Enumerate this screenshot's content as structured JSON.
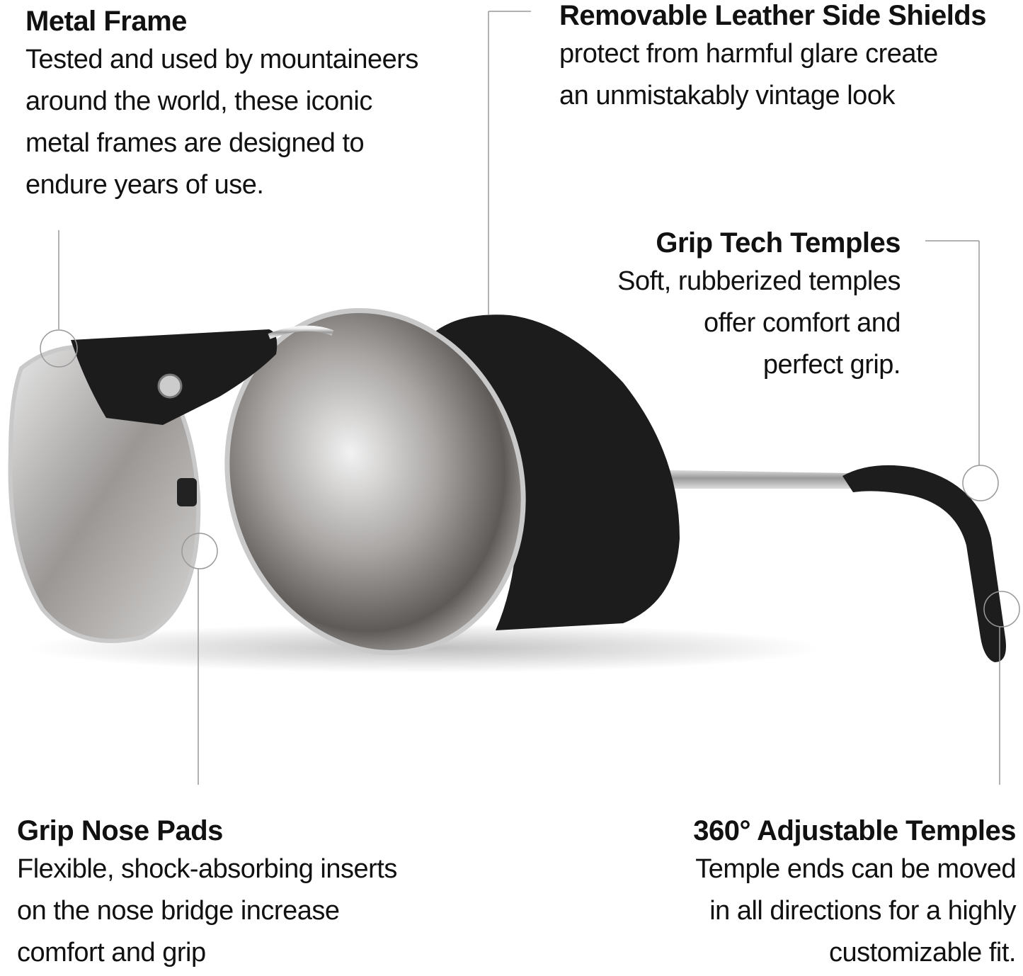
{
  "features": [
    {
      "title": "Metal Frame",
      "lines": [
        "Tested and used by mountaineers",
        "around the world, these iconic",
        "metal frames are designed to",
        "endure years of use."
      ]
    },
    {
      "title": "Removable Leather Side Shields",
      "lines": [
        "protect from harmful glare create",
        "an unmistakably vintage look"
      ]
    },
    {
      "title": "Grip Tech Temples",
      "lines": [
        "Soft, rubberized temples",
        "offer comfort and",
        "perfect grip."
      ]
    },
    {
      "title": "Grip Nose Pads",
      "lines": [
        "Flexible, shock-absorbing inserts",
        "on the nose bridge increase",
        "comfort and grip"
      ]
    },
    {
      "title": "360° Adjustable Temples",
      "lines": [
        "Temple ends can be moved",
        "in all directions for a highly",
        "customizable fit."
      ]
    }
  ],
  "colors": {
    "text": "#111111",
    "callout_line": "#999999",
    "leather": "#1c1c1c",
    "frame": "#b8b8b8"
  }
}
